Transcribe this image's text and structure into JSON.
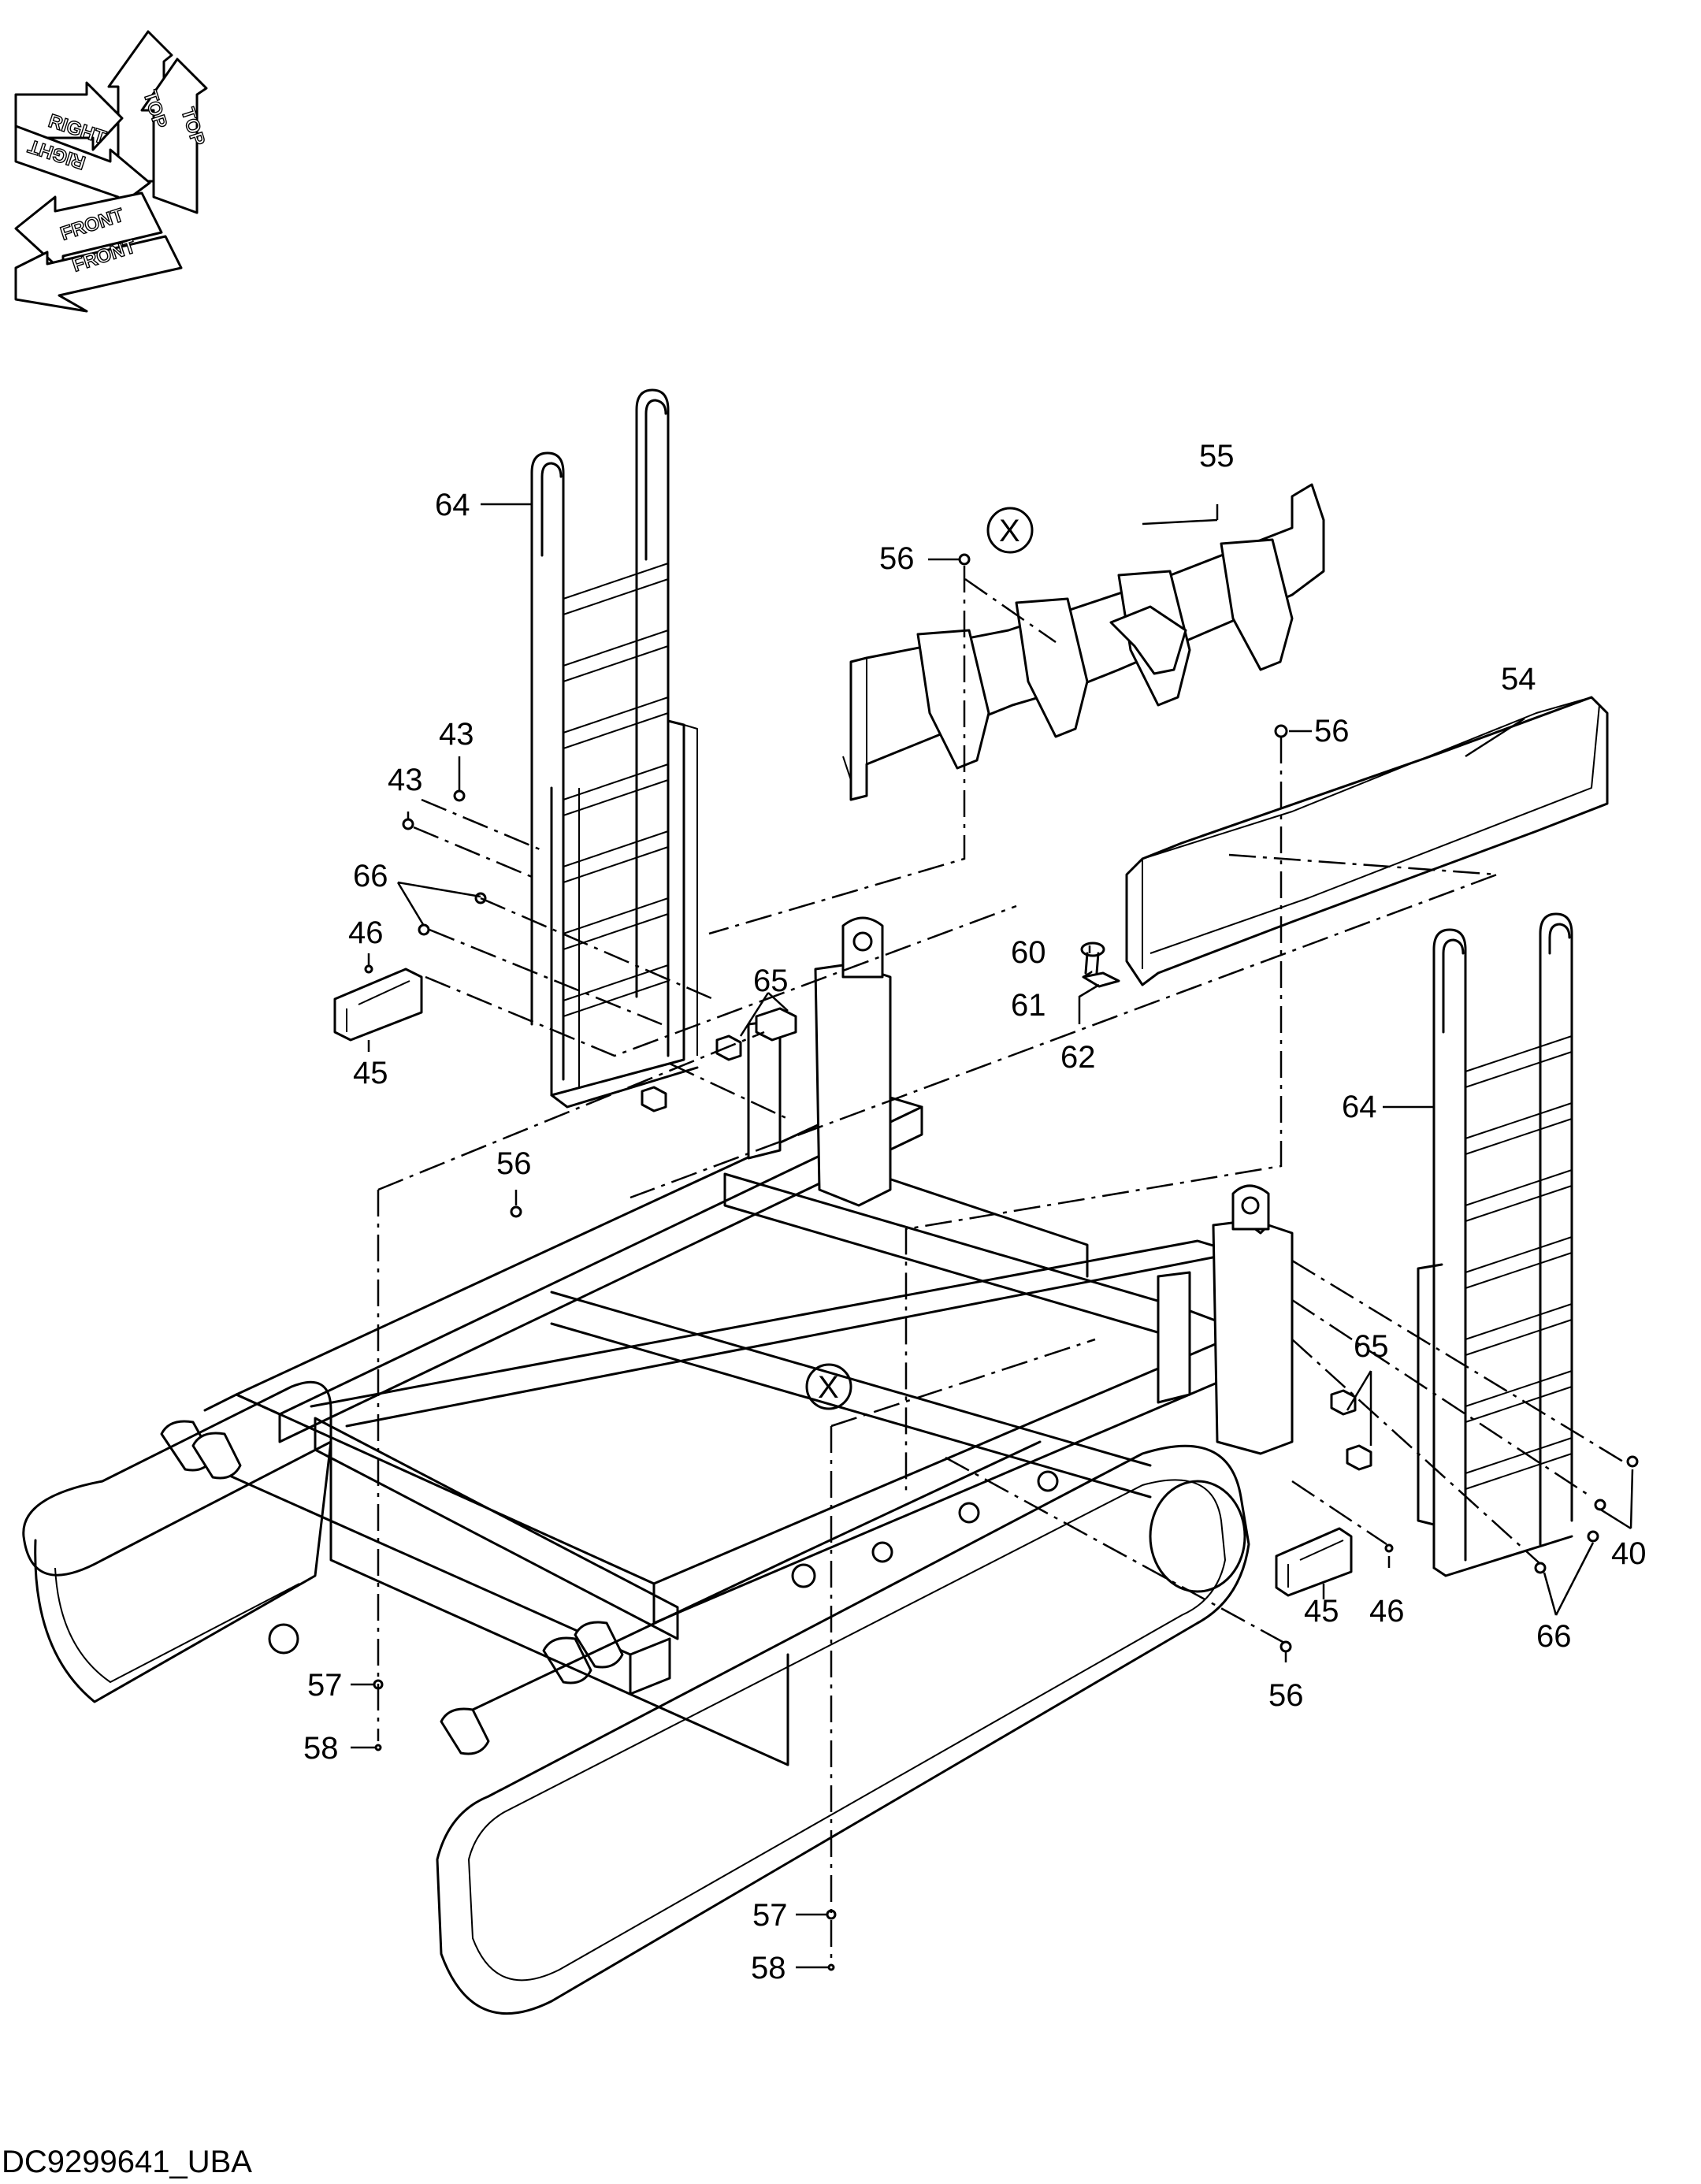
{
  "compass": {
    "labels": [
      "TOP",
      "TOP",
      "RIGHT",
      "RIGHT",
      "FRONT",
      "FRONT"
    ]
  },
  "callouts": [
    {
      "id": "c64a",
      "text": "64"
    },
    {
      "id": "c55",
      "text": "55"
    },
    {
      "id": "c56a",
      "text": "56"
    },
    {
      "id": "cXa",
      "text": "X"
    },
    {
      "id": "c54",
      "text": "54"
    },
    {
      "id": "c56b",
      "text": "56"
    },
    {
      "id": "c43a",
      "text": "43"
    },
    {
      "id": "c43b",
      "text": "43"
    },
    {
      "id": "c66a",
      "text": "66"
    },
    {
      "id": "c46a",
      "text": "46"
    },
    {
      "id": "c65a",
      "text": "65"
    },
    {
      "id": "c45a",
      "text": "45"
    },
    {
      "id": "c60",
      "text": "60"
    },
    {
      "id": "c61",
      "text": "61"
    },
    {
      "id": "c62",
      "text": "62"
    },
    {
      "id": "c64b",
      "text": "64"
    },
    {
      "id": "c56c",
      "text": "56"
    },
    {
      "id": "c65b",
      "text": "65"
    },
    {
      "id": "cXb",
      "text": "X"
    },
    {
      "id": "c45b",
      "text": "45"
    },
    {
      "id": "c46b",
      "text": "46"
    },
    {
      "id": "c40",
      "text": "40"
    },
    {
      "id": "c66b",
      "text": "66"
    },
    {
      "id": "c56d",
      "text": "56"
    },
    {
      "id": "c57a",
      "text": "57"
    },
    {
      "id": "c58a",
      "text": "58"
    },
    {
      "id": "c57b",
      "text": "57"
    },
    {
      "id": "c58b",
      "text": "58"
    }
  ],
  "document_code": "DC9299641_UBA"
}
